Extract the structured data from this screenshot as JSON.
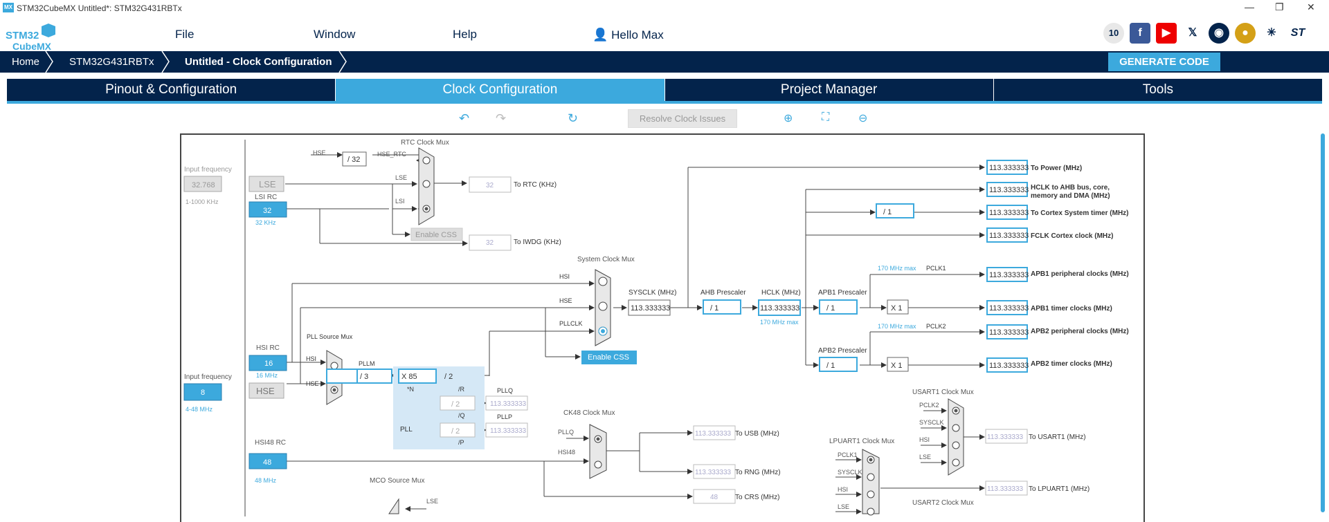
{
  "window": {
    "title": "STM32CubeMX Untitled*: STM32G431RBTx",
    "app_icon": "MX"
  },
  "logo": {
    "line1": "STM32",
    "line2": "CubeMX"
  },
  "menu": {
    "file": "File",
    "window": "Window",
    "help": "Help",
    "user": "Hello Max"
  },
  "social_icons": [
    "anniversary-10-icon",
    "facebook-icon",
    "youtube-icon",
    "x-icon",
    "github-icon",
    "community-icon",
    "network-icon",
    "st-logo-icon"
  ],
  "social_labels": {
    "anniv": "10",
    "fb": "f",
    "x": "𝕏",
    "st": "ST"
  },
  "breadcrumb": {
    "home": "Home",
    "mcu": "STM32G431RBTx",
    "page": "Untitled - Clock Configuration"
  },
  "generate_code": "GENERATE CODE",
  "tabs": [
    "Pinout & Configuration",
    "Clock Configuration",
    "Project Manager",
    "Tools"
  ],
  "toolbar": {
    "resolve": "Resolve Clock Issues"
  },
  "colors": {
    "navy": "#03234b",
    "accent": "#3ca9dd"
  },
  "clock": {
    "rtc_mux": "RTC Clock Mux",
    "input_frequency": "Input frequency",
    "lse_freq": "32.768",
    "lse_range": "1-1000 KHz",
    "lse": "LSE",
    "lsi_rc": "LSI RC",
    "lsi_val": "32",
    "lsi_khz": "32 KHz",
    "hse_label": "HSE",
    "div32": "/ 32",
    "hse_rtc": "HSE_RTC",
    "lse_small": "LSE",
    "lsi_small": "LSI",
    "rtc_out": "32",
    "rtc_to": "To RTC (KHz)",
    "enable_css": "Enable CSS",
    "iwdg_out": "32",
    "iwdg_to": "To IWDG (KHz)",
    "sys_mux": "System Clock Mux",
    "hsi": "HSI",
    "hse": "HSE",
    "pllclk": "PLLCLK",
    "sysclk_label": "SYSCLK (MHz)",
    "sysclk": "113.333333",
    "ahb_label": "AHB Prescaler",
    "ahb": "/ 1",
    "hclk_label": "HCLK (MHz)",
    "hclk": "113.333333",
    "hclk_max": "170 MHz max",
    "apb1_label": "APB1 Prescaler",
    "apb1": "/ 1",
    "apb2_label": "APB2 Prescaler",
    "apb2": "/ 1",
    "x1": "X 1",
    "cortex_div": "/ 1",
    "max170": "170 MHz max",
    "pclk1": "PCLK1",
    "pclk2": "PCLK2",
    "hsi_rc": "HSI RC",
    "hsi_val": "16",
    "hsi_mhz": "16 MHz",
    "pll_src": "PLL Source Mux",
    "hse_in": "8",
    "hse_range": "4-48 MHz",
    "pllm_label": "PLLM",
    "pllm": "/ 3",
    "plln": "X 85",
    "n_label": "*N",
    "pllr": "/ 2",
    "r_label": "/R",
    "pllq_label": "PLLQ",
    "pllq": "/ 2",
    "q_label": "/Q",
    "pllq_out": "113.333333",
    "pllp_label": "PLLP",
    "pllp": "/ 2",
    "p_label": "/P",
    "pllp_out": "113.333333",
    "pll": "PLL",
    "hsi48_rc": "HSI48 RC",
    "hsi48_val": "48",
    "hsi48_mhz": "48 MHz",
    "ck48_mux": "CK48 Clock Mux",
    "pllq_in": "PLLQ",
    "hsi48_in": "HSI48",
    "usb_out": "113.333333",
    "usb_to": "To USB (MHz)",
    "rng_out": "113.333333",
    "rng_to": "To RNG (MHz)",
    "crs_out": "48",
    "crs_to": "To CRS (MHz)",
    "mco_mux": "MCO Source Mux",
    "mco_lse": "LSE",
    "usart1_mux": "USART1 Clock Mux",
    "lpuart1_mux": "LPUART1 Clock Mux",
    "usart2_mux": "USART2 Clock Mux",
    "sysclk_in": "SYSCLK",
    "usart1_out": "113.333333",
    "usart1_to": "To USART1 (MHz)",
    "lpuart1_out": "113.333333",
    "lpuart1_to": "To LPUART1 (MHz)",
    "outputs": [
      {
        "value": "113.333333",
        "label": "To Power (MHz)"
      },
      {
        "value": "113.333333",
        "label": "HCLK to AHB bus, core,",
        "label2": "memory and DMA (MHz)"
      },
      {
        "value": "113.333333",
        "label": "To Cortex System timer (MHz)"
      },
      {
        "value": "113.333333",
        "label": "FCLK Cortex clock (MHz)"
      },
      {
        "value": "113.333333",
        "label": "APB1 peripheral clocks (MHz)"
      },
      {
        "value": "113.333333",
        "label": "APB1 timer clocks (MHz)"
      },
      {
        "value": "113.333333",
        "label": "APB2 peripheral clocks (MHz)"
      },
      {
        "value": "113.333333",
        "label": "APB2 timer clocks (MHz)"
      }
    ]
  }
}
